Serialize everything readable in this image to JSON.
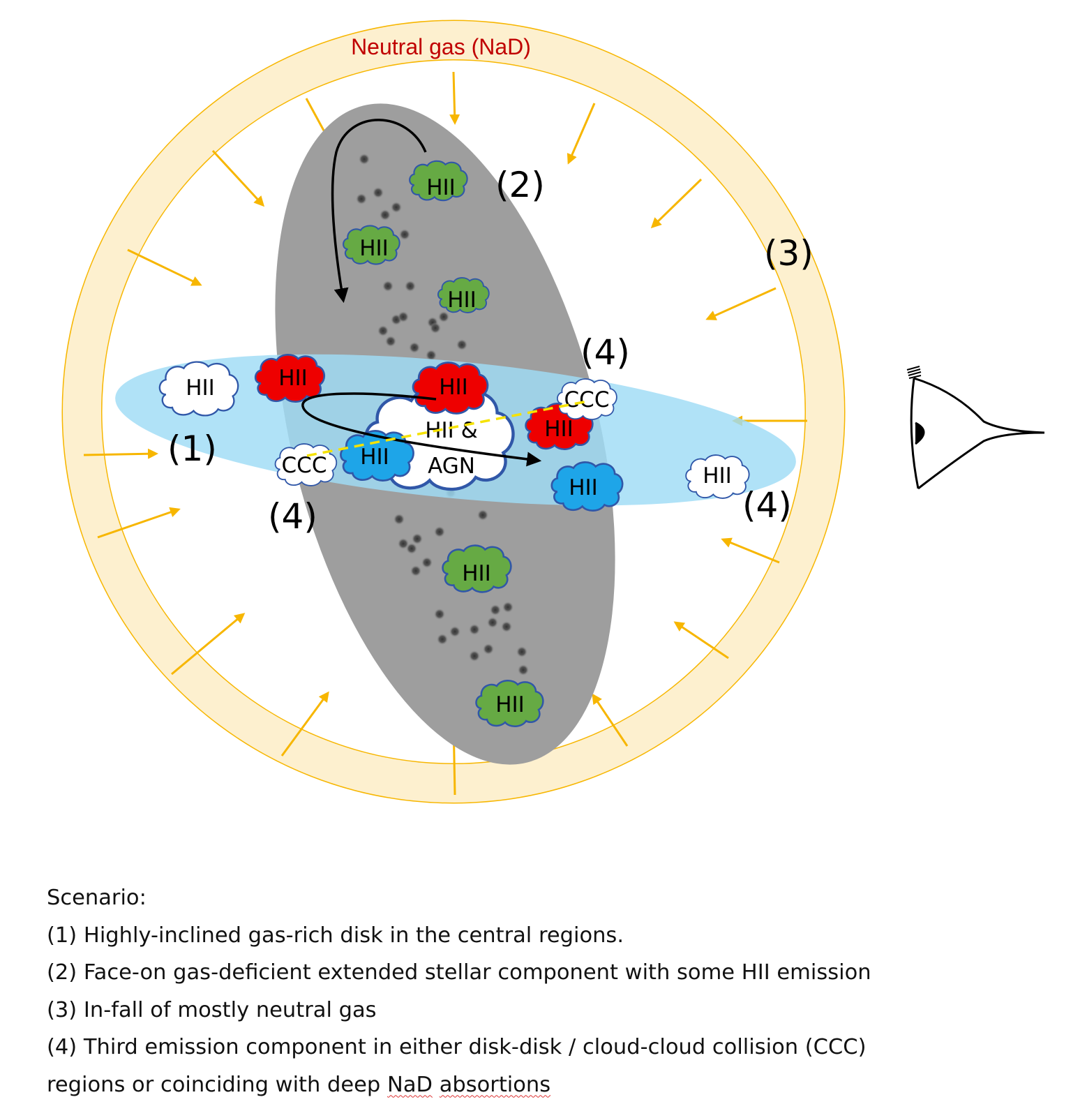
{
  "ring": {
    "title": "Neutral gas (NaD)",
    "title_color": "#c00000",
    "fill": "#fdf0cf",
    "stroke": "#f7b600"
  },
  "colors": {
    "stellar_component": "#9e9e9e",
    "gas_disk": "#a9def2",
    "cloud_green": "#66aa44",
    "cloud_red": "#ee0000",
    "cloud_blue": "#1ea5e8",
    "cloud_white": "#ffffff",
    "cloud_outline": "#3057a8",
    "arrow_infall": "#f7b600",
    "ccc_line": "#f5e200"
  },
  "markers": {
    "m1": "(1)",
    "m2": "(2)",
    "m3": "(3)",
    "m4a": "(4)",
    "m4b": "(4)",
    "m4c": "(4)"
  },
  "clouds": {
    "green1": "HII",
    "green2": "HII",
    "green3": "HII",
    "green4": "HII",
    "green5": "HII",
    "white_left": "HII",
    "red1": "HII",
    "red2": "HII",
    "red3": "HII",
    "blue1": "HII",
    "blue2": "HII",
    "white_right": "HII",
    "center_line1": "HII &",
    "center_line2": "AGN",
    "ccc_left": "CCC",
    "ccc_right": "CCC"
  },
  "observer_icon": "eye-icon",
  "caption": {
    "heading": "Scenario:",
    "line1": "(1) Highly-inclined gas-rich disk in the central regions.",
    "line2": "(2) Face-on gas-deficient extended stellar component with some HII emission",
    "line3": "(3) In-fall of mostly neutral gas",
    "line4": "(4) Third emission component in either disk-disk / cloud-cloud collision (CCC)",
    "line5_prefix": "regions or coinciding with deep ",
    "line5_nad": "NaD",
    "line5_space": " ",
    "line5_abs": "absortions"
  }
}
